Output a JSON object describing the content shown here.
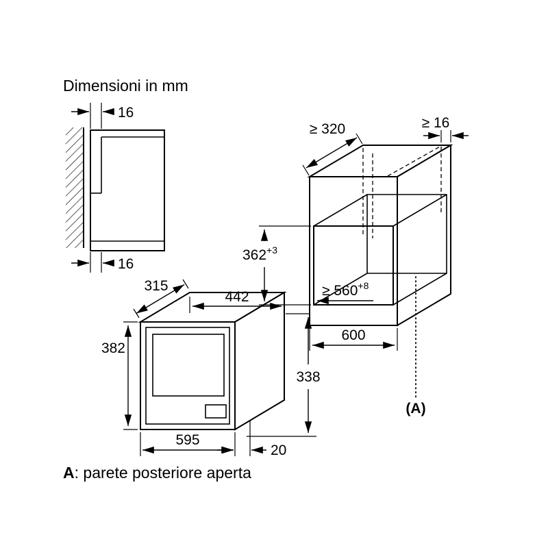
{
  "title": "Dimensioni in mm",
  "footnote": {
    "label": "A",
    "text": ": parete posteriore aperta"
  },
  "colors": {
    "line": "#000000",
    "background": "#ffffff"
  },
  "wall_panel": {
    "thickness_top": "16",
    "thickness_bottom": "16"
  },
  "oven": {
    "depth_top": "315",
    "width_top": "442",
    "height_front": "382",
    "width_front": "595",
    "protrusion": "20",
    "height_body": "338"
  },
  "cabinet": {
    "depth_top": "≥ 320",
    "panel_thickness": "≥ 16",
    "niche_height": "362",
    "niche_height_tol": "+3",
    "niche_width": "≥ 560",
    "niche_width_tol": "+8",
    "width_bottom": "600",
    "rear_label": "(A)"
  }
}
